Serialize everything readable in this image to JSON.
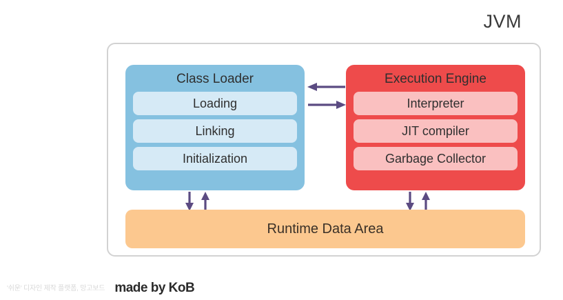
{
  "diagram": {
    "title": "JVM",
    "colors": {
      "container_border": "#d2d2d2",
      "class_loader": "#85C1E0",
      "class_loader_item": "#D6EAF6",
      "execution_engine": "#EE4B4B",
      "execution_engine_item": "#FAC0C0",
      "runtime_data_area": "#FCC88F",
      "arrow": "#5B4B82",
      "background": "#ffffff"
    },
    "modules": [
      {
        "id": "class-loader",
        "title": "Class Loader",
        "items": [
          {
            "label": "Loading"
          },
          {
            "label": "Linking"
          },
          {
            "label": "Initialization"
          }
        ]
      },
      {
        "id": "execution-engine",
        "title": "Execution Engine",
        "items": [
          {
            "label": "Interpreter"
          },
          {
            "label": "JIT compiler"
          },
          {
            "label": "Garbage Collector"
          }
        ]
      }
    ],
    "runtime_data_area": {
      "label": "Runtime Data Area"
    },
    "arrows": [
      {
        "id": "arrow-engine-to-loader",
        "direction": "left",
        "from": "Execution Engine",
        "to": "Class Loader"
      },
      {
        "id": "arrow-loader-to-engine",
        "direction": "right",
        "from": "Class Loader",
        "to": "Execution Engine"
      },
      {
        "id": "arrow-loader-down",
        "direction": "down",
        "from": "Class Loader",
        "to": "Runtime Data Area"
      },
      {
        "id": "arrow-loader-up",
        "direction": "up",
        "from": "Runtime Data Area",
        "to": "Class Loader"
      },
      {
        "id": "arrow-engine-down",
        "direction": "down",
        "from": "Execution Engine",
        "to": "Runtime Data Area"
      },
      {
        "id": "arrow-engine-up",
        "direction": "up",
        "from": "Runtime Data Area",
        "to": "Execution Engine"
      }
    ]
  },
  "footer": {
    "watermark_korean": "'쉬운' 디자인 제작 플랫폼, 망고보드",
    "made_by": "made by KoB"
  }
}
